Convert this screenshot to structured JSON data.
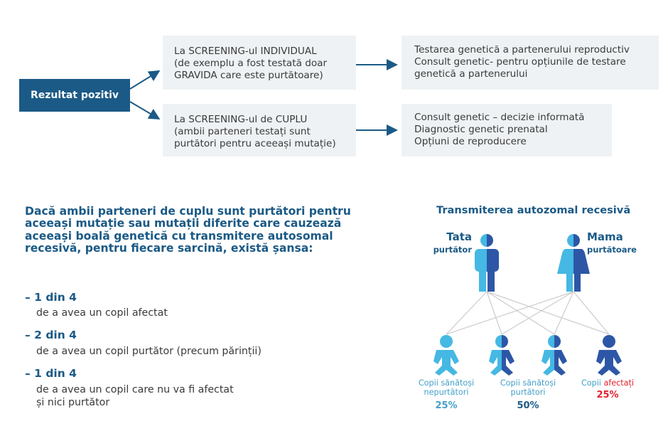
{
  "flow": {
    "result_label": "Rezultat pozitiv",
    "individual_box": "La SCREENING-ul INDIVIDUAL\n(de exemplu a fost testată doar\nGRAVIDA care este purtătoare)",
    "individual_outcome": "Testarea genetică a partenerului reproductiv\nConsult genetic- pentru opțiunile de testare\ngenetică a partenerului",
    "couple_box": "La SCREENING-ul de CUPLU\n(ambii parteneri testați sunt\npurtători pentru aceeași mutație)",
    "couple_outcome": "Consult genetic – decizie informată\nDiagnostic genetic prenatal\nOpțiuni de reproducere"
  },
  "info": {
    "headline": "Dacă ambii parteneri de cuplu sunt purtători pentru aceeași mutație sau mutații diferite care cauzează aceeași boală genetică cu transmitere autosomal recesivă, pentru fiecare sarcină, există șansa:",
    "stats": [
      {
        "title": "– 1 din 4",
        "desc": "de a avea un copil afectat"
      },
      {
        "title": "– 2 din 4",
        "desc": "de a avea un copil purtător (precum părinții)"
      },
      {
        "title": "– 1 din 4",
        "desc": "de a avea un copil care nu va fi afectat\nși nici purtător"
      }
    ]
  },
  "inheritance": {
    "title": "Transmiterea autozomal recesivă",
    "father": {
      "name": "Tata",
      "status": "purtător"
    },
    "mother": {
      "name": "Mama",
      "status": "purtătoare"
    },
    "children": [
      {
        "caption": "Copii sănătoși\nnepurtători",
        "percent": "25%",
        "prefix": "",
        "highlight": ""
      },
      {
        "caption": "Copii sănătoși\npurtători",
        "percent": "50%",
        "prefix": "",
        "highlight": ""
      },
      {
        "caption": "",
        "percent": "25%",
        "prefix": "Copii ",
        "highlight": "afectați"
      }
    ],
    "colors": {
      "light": "#45b8e3",
      "dark": "#2d57a6",
      "affected": "#e2202c",
      "line": "#cccccc"
    }
  }
}
